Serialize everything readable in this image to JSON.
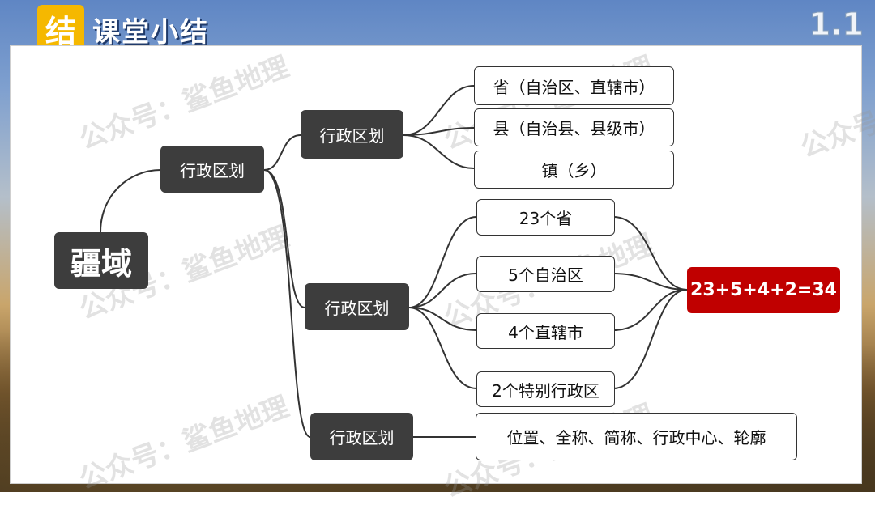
{
  "header": {
    "badge": "结",
    "title": "课堂小结",
    "page_number": "1.1"
  },
  "watermark": "公众号：鲨鱼地理",
  "mindmap": {
    "root": "疆域",
    "branch_1": {
      "label": "行政区划",
      "sub": {
        "label": "行政区划",
        "items": [
          "省（自治区、直辖市）",
          "县（自治县、县级市）",
          "镇（乡）"
        ]
      }
    },
    "branch_2": {
      "label": "行政区划",
      "items": [
        "23个省",
        "5个自治区",
        "4个直辖市",
        "2个特别行政区"
      ],
      "sum": "23+5+4+2=34"
    },
    "branch_3": {
      "label": "行政区划",
      "item": "位置、全称、简称、行政中心、轮廓"
    }
  }
}
